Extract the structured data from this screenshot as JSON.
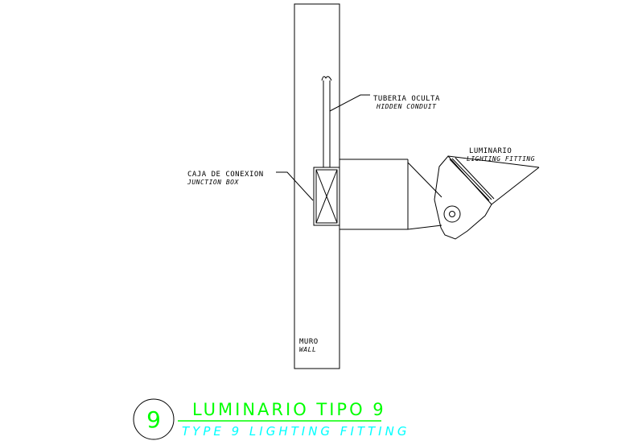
{
  "labels": {
    "conduit_es": "TUBERIA OCULTA",
    "conduit_en": "HIDDEN CONDUIT",
    "junction_es": "CAJA DE CONEXION",
    "junction_en": "JUNCTION BOX",
    "fitting_es": "LUMINARIO",
    "fitting_en": "LIGHTING FITTING",
    "wall_es": "MURO",
    "wall_en": "WALL"
  },
  "title": {
    "number": "9",
    "main": "LUMINARIO TIPO 9",
    "sub": "TYPE 9 LIGHTING FITTING"
  },
  "colors": {
    "linework": "#000000",
    "title_main": "#00ff00",
    "title_sub": "#00ffff",
    "background": "#ffffff"
  }
}
